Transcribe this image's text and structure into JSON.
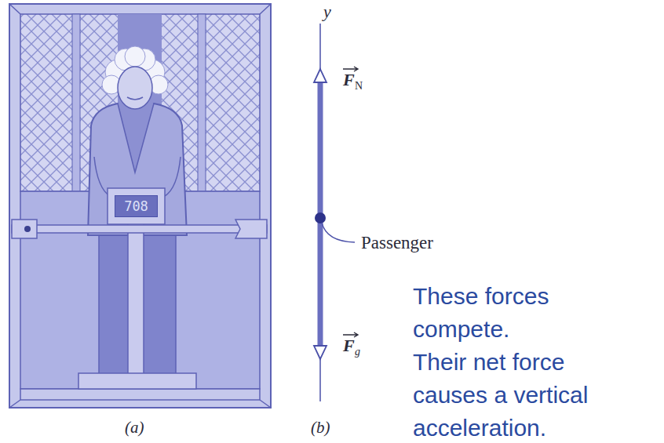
{
  "diagram": {
    "nodes": [
      {
        "text": [
          "708"
        ]
      },
      {
        "text": [
          "These forces compete.",
          "Their net force causes a vertical acceleration."
        ]
      }
    ],
    "labels": [
      "y",
      "F",
      "N",
      "Passenger",
      "F",
      "g",
      "(a)",
      "(b)"
    ]
  }
}
